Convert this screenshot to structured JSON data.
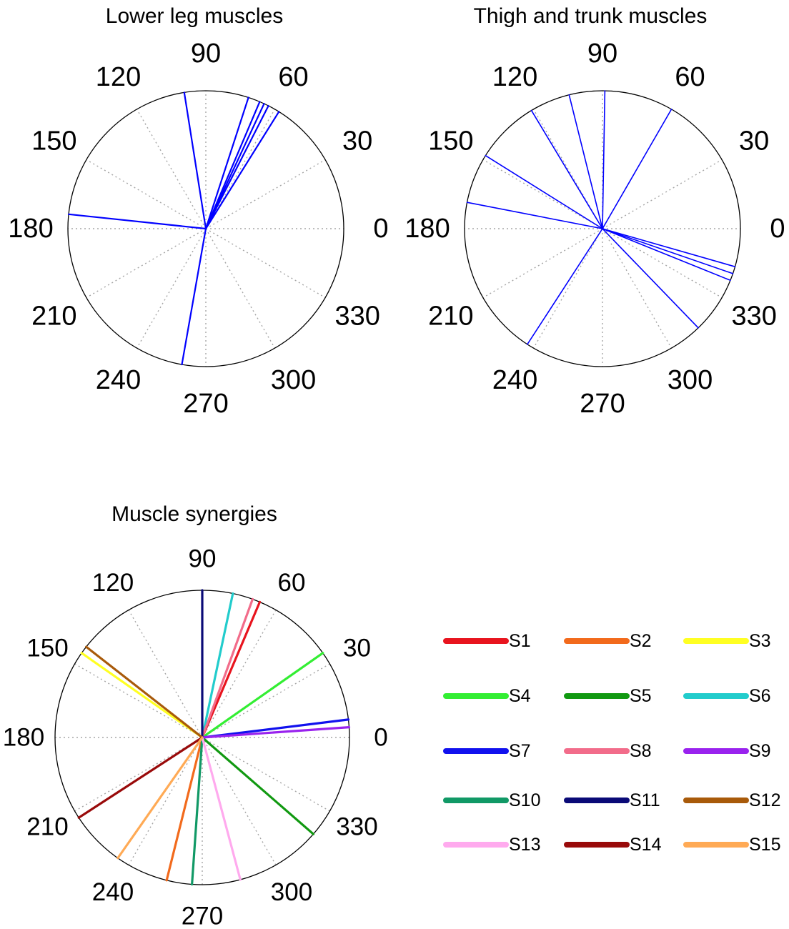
{
  "chart_data": [
    {
      "type": "polar",
      "title": "Lower leg muscles",
      "angle_ticks": [
        "0",
        "30",
        "60",
        "90",
        "120",
        "150",
        "180",
        "210",
        "240",
        "270",
        "300",
        "330"
      ],
      "grid": true,
      "series": [
        {
          "color": "#0000ff",
          "angles_deg": [
            58,
            63,
            65,
            67,
            72,
            99,
            174,
            260
          ]
        }
      ]
    },
    {
      "type": "polar",
      "title": "Thigh and trunk muscles",
      "angle_ticks": [
        "0",
        "30",
        "60",
        "90",
        "120",
        "150",
        "180",
        "210",
        "240",
        "270",
        "300",
        "330"
      ],
      "grid": true,
      "series": [
        {
          "color": "#0000ff",
          "angles_deg": [
            60,
            89,
            104,
            121,
            148,
            169,
            237,
            314,
            338,
            341,
            344
          ]
        }
      ]
    },
    {
      "type": "polar",
      "title": "Muscle synergies",
      "angle_ticks": [
        "0",
        "30",
        "60",
        "90",
        "120",
        "150",
        "180",
        "210",
        "240",
        "270",
        "300",
        "330"
      ],
      "grid": true,
      "legend_position": "right",
      "series": [
        {
          "name": "S1",
          "color": "#e8141e",
          "angle_deg": 67
        },
        {
          "name": "S2",
          "color": "#f26a1c",
          "angle_deg": 256
        },
        {
          "name": "S3",
          "color": "#ffff22",
          "angle_deg": 145
        },
        {
          "name": "S4",
          "color": "#33ee33",
          "angle_deg": 35
        },
        {
          "name": "S5",
          "color": "#119911",
          "angle_deg": 319
        },
        {
          "name": "S6",
          "color": "#22cccc",
          "angle_deg": 78
        },
        {
          "name": "S7",
          "color": "#1111ee",
          "angle_deg": 7
        },
        {
          "name": "S8",
          "color": "#f26c8a",
          "angle_deg": 70
        },
        {
          "name": "S9",
          "color": "#9922ee",
          "angle_deg": 4
        },
        {
          "name": "S10",
          "color": "#119966",
          "angle_deg": 266
        },
        {
          "name": "S11",
          "color": "#0a0a77",
          "angle_deg": 90
        },
        {
          "name": "S12",
          "color": "#a85a0a",
          "angle_deg": 142
        },
        {
          "name": "S13",
          "color": "#ffaaee",
          "angle_deg": 285
        },
        {
          "name": "S14",
          "color": "#990a0a",
          "angle_deg": 213
        },
        {
          "name": "S15",
          "color": "#ffaa55",
          "angle_deg": 235
        }
      ]
    }
  ]
}
